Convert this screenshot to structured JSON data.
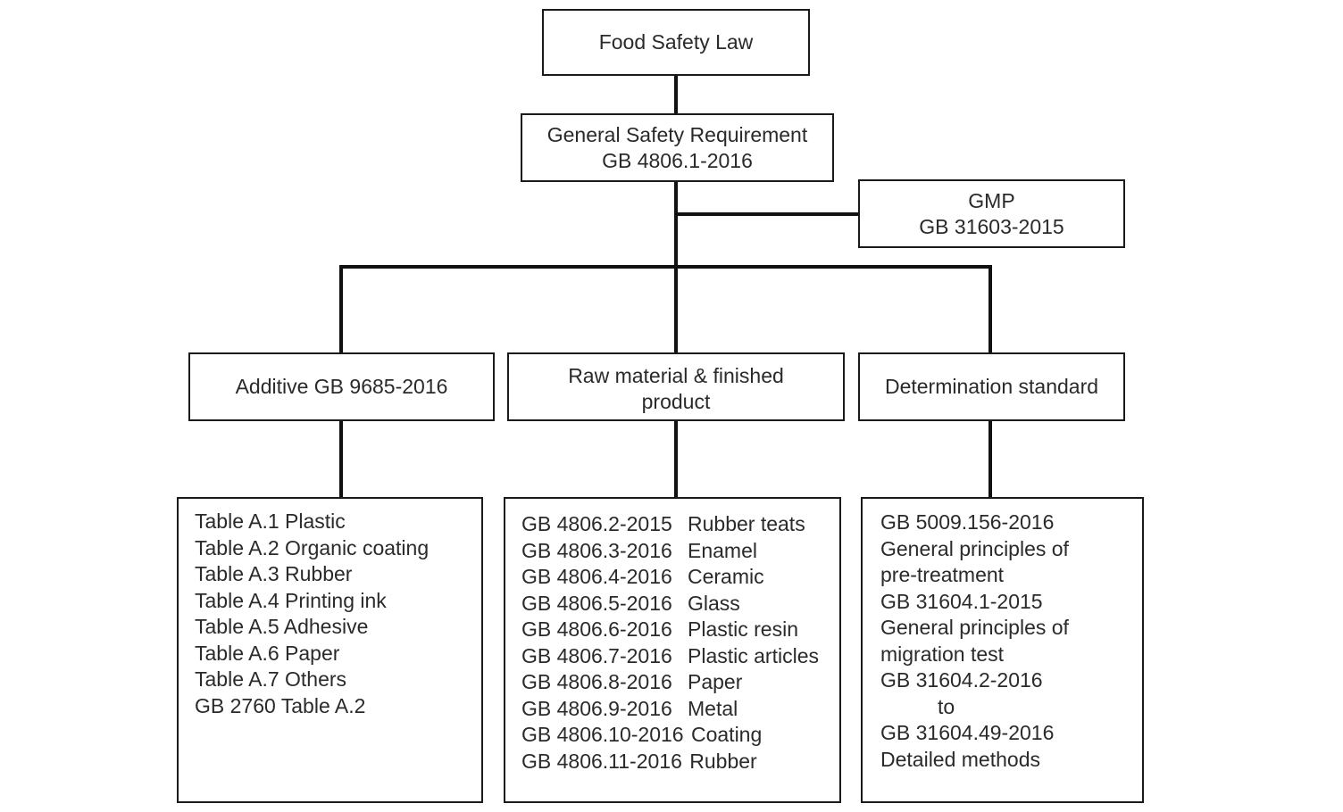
{
  "title": {
    "text": "Food Safety Law"
  },
  "general": {
    "line1": "General Safety Requirement",
    "line2": "GB 4806.1-2016"
  },
  "gmp": {
    "line1": "GMP",
    "line2": "GB 31603-2015"
  },
  "additive": {
    "heading": "Additive GB 9685-2016",
    "items": [
      "Table A.1 Plastic",
      "Table A.2 Organic coating",
      "Table A.3 Rubber",
      "Table A.4 Printing ink",
      "Table A.5 Adhesive",
      "Table A.6 Paper",
      "Table A.7 Others",
      "GB 2760 Table A.2"
    ]
  },
  "raw": {
    "heading_line1": "Raw material & finished",
    "heading_line2": "product",
    "items": [
      {
        "code": "GB 4806.2-2015",
        "name": "Rubber teats"
      },
      {
        "code": "GB 4806.3-2016",
        "name": "Enamel"
      },
      {
        "code": "GB 4806.4-2016",
        "name": "Ceramic"
      },
      {
        "code": "GB 4806.5-2016",
        "name": "Glass"
      },
      {
        "code": "GB 4806.6-2016",
        "name": "Plastic resin"
      },
      {
        "code": "GB 4806.7-2016",
        "name": "Plastic articles"
      },
      {
        "code": "GB 4806.8-2016",
        "name": "Paper"
      },
      {
        "code": "GB 4806.9-2016",
        "name": "Metal"
      },
      {
        "code": "GB 4806.10-2016",
        "name": "Coating"
      },
      {
        "code": "GB 4806.11-2016",
        "name": "Rubber"
      }
    ]
  },
  "determination": {
    "heading": "Determination standard",
    "items": [
      "GB 5009.156-2016",
      "General principles of",
      "pre-treatment",
      "GB 31604.1-2015",
      "General principles of",
      "migration test",
      "GB 31604.2-2016",
      "to",
      "GB 31604.49-2016",
      "Detailed methods"
    ]
  }
}
